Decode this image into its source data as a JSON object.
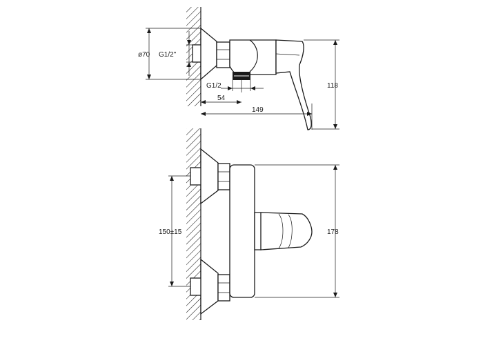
{
  "labels": {
    "dia_70": "ø70",
    "g_half_inch": "G1/2\"",
    "g_half": "G1/2",
    "dim_54": "54",
    "dim_149": "149",
    "dim_118": "118",
    "dim_150": "150±15",
    "dim_178": "178"
  },
  "colors": {
    "line": "#1a1a1a",
    "background": "#ffffff"
  }
}
